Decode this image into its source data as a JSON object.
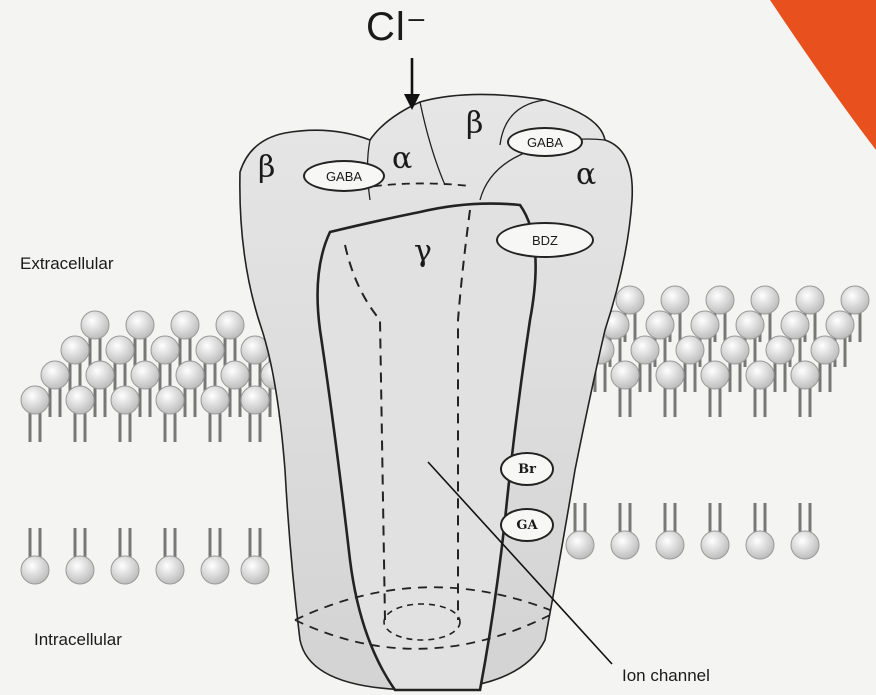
{
  "ion_label": "Cl⁻",
  "regions": {
    "extracellular": "Extracellular",
    "intracellular": "Intracellular"
  },
  "subunits": {
    "beta_left": "β",
    "alpha_left": "α",
    "beta_top": "β",
    "alpha_right": "α",
    "gamma": "γ"
  },
  "binding_sites": {
    "gaba_left": "GABA",
    "gaba_right": "GABA",
    "bdz": "BDZ",
    "br": "Br",
    "ga": "GA"
  },
  "callout": "Ion channel",
  "colors": {
    "background": "#f4f4f2",
    "outline": "#222222",
    "protein_fill": "#dedede",
    "lipid_head": "#e9e9e9",
    "accent_corner": "#e8501e"
  }
}
